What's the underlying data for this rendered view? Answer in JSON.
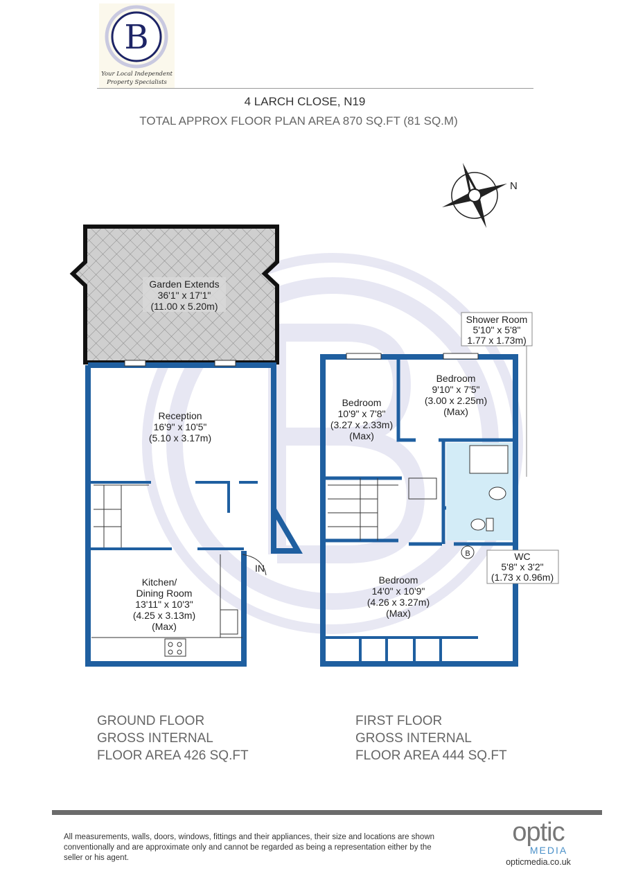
{
  "logo": {
    "letter": "B",
    "tagline_1": "Your Local Independent",
    "tagline_2": "Property Specialists"
  },
  "header": {
    "title": "4 LARCH CLOSE, N19",
    "subtitle": "TOTAL APPROX FLOOR PLAN AREA 870 SQ.FT (81 SQ.M)"
  },
  "compass": {
    "north_label": "N"
  },
  "rooms": {
    "garden": {
      "name": "Garden Extends",
      "imperial": "36'1\" x 17'1\"",
      "metric": "(11.00 x 5.20m)"
    },
    "reception": {
      "name": "Reception",
      "imperial": "16'9\" x 10'5\"",
      "metric": "(5.10 x 3.17m)"
    },
    "kitchen": {
      "name_1": "Kitchen/",
      "name_2": "Dining Room",
      "imperial": "13'11\" x 10'3\"",
      "metric": "(4.25 x 3.13m)",
      "note": "(Max)"
    },
    "entrance": {
      "label": "IN"
    },
    "bedroom_left": {
      "name": "Bedroom",
      "imperial": "10'9\" x 7'8\"",
      "metric": "(3.27 x 2.33m)",
      "note": "(Max)"
    },
    "bedroom_right": {
      "name": "Bedroom",
      "imperial": "9'10\" x 7'5\"",
      "metric": "(3.00 x 2.25m)",
      "note": "(Max)"
    },
    "shower": {
      "name": "Shower Room",
      "imperial": "5'10\" x 5'8\"",
      "metric": "1.77 x 1.73m)"
    },
    "wc": {
      "name": "WC",
      "imperial": "5'8\" x 3'2\"",
      "metric": "(1.73 x 0.96m)"
    },
    "bedroom_main": {
      "name": "Bedroom",
      "imperial": "14'0\" x 10'9\"",
      "metric": "(4.26 x 3.27m)",
      "note": "(Max)"
    },
    "boiler": {
      "label": "B"
    }
  },
  "floors": {
    "ground": {
      "line_1": "GROUND FLOOR",
      "line_2": "GROSS INTERNAL",
      "line_3": "FLOOR AREA 426 SQ.FT"
    },
    "first": {
      "line_1": "FIRST FLOOR",
      "line_2": "GROSS INTERNAL",
      "line_3": "FLOOR AREA 444 SQ.FT"
    }
  },
  "footer": {
    "disclaimer": "All measurements, walls, doors, windows, fittings and their appliances, their size and locations are shown conventionally and are approximate only and cannot be regarded as being a representation either by the seller or his agent.",
    "brand_1": "optic",
    "brand_2": "MEDIA",
    "website": "opticmedia.co.uk"
  },
  "colors": {
    "wall": "#1f5fa0",
    "watermark": "#d9d9ec",
    "logo_navy": "#1d2466",
    "optic_blue": "#1d6fb8"
  }
}
